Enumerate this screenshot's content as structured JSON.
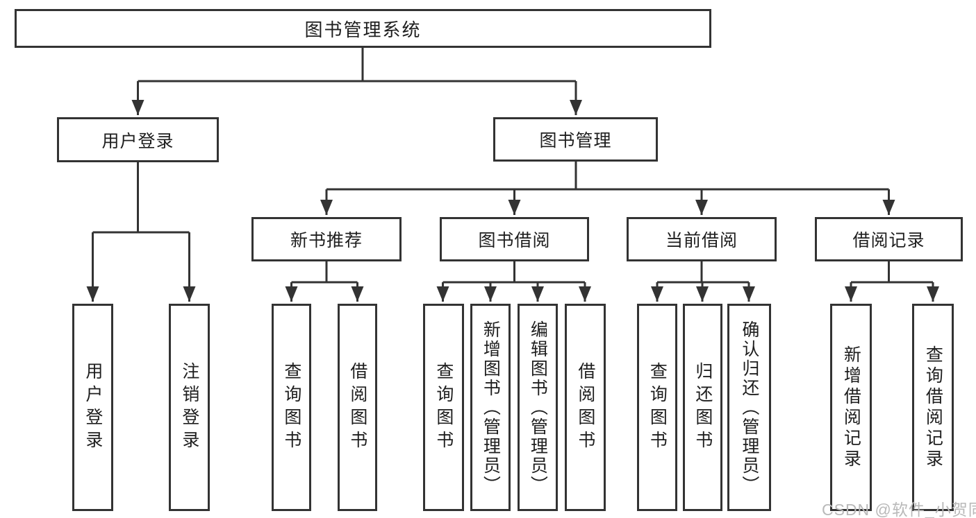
{
  "tree": {
    "root": {
      "label": "图书管理系统",
      "children": [
        {
          "label": "用户登录",
          "children": [
            {
              "label": "用户登录"
            },
            {
              "label": "注销登录"
            }
          ]
        },
        {
          "label": "图书管理",
          "children": [
            {
              "label": "新书推荐",
              "children": [
                {
                  "label": "查询图书"
                },
                {
                  "label": "借阅图书"
                }
              ]
            },
            {
              "label": "图书借阅",
              "children": [
                {
                  "label": "查询图书"
                },
                {
                  "label": "新增图书（管理员）"
                },
                {
                  "label": "编辑图书（管理员）"
                },
                {
                  "label": "借阅图书"
                }
              ]
            },
            {
              "label": "当前借阅",
              "children": [
                {
                  "label": "查询图书"
                },
                {
                  "label": "归还图书"
                },
                {
                  "label": "确认归还（管理员）"
                }
              ]
            },
            {
              "label": "借阅记录",
              "children": [
                {
                  "label": "新增借阅记录"
                },
                {
                  "label": "查询借阅记录"
                }
              ]
            }
          ]
        }
      ]
    }
  },
  "watermark": {
    "text": "CSDN @软件_小贺同学"
  },
  "colors": {
    "line": "#333333",
    "text": "#1e1e1e",
    "box_fill": "#ffffff",
    "background": "#ffffff",
    "watermark": "#b9b9b9"
  }
}
